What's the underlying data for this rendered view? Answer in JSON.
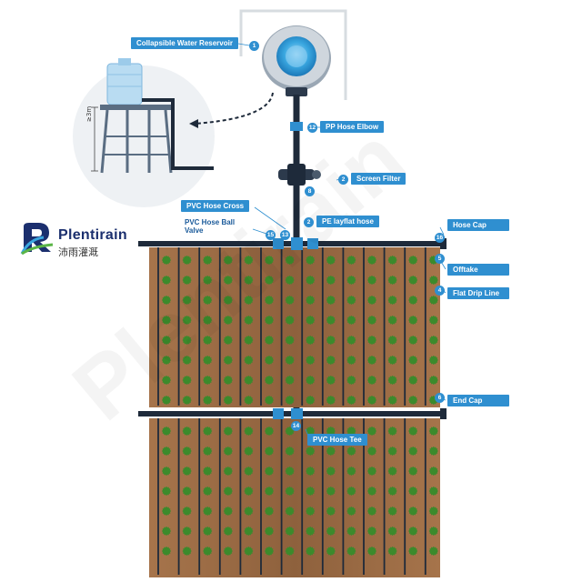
{
  "brand": {
    "name": "Plentirain",
    "name_cn": "沛雨灌溉",
    "colors": {
      "primary": "#1b2f6e",
      "accent": "#2f8fd0"
    }
  },
  "height_label": "≥3m",
  "components": [
    {
      "number": "1",
      "label": "Collapsible Water Reservoir"
    },
    {
      "number": "12",
      "label": "PP Hose Elbow"
    },
    {
      "number": "8",
      "label": ""
    },
    {
      "number": "2",
      "label": "Screen Filter"
    },
    {
      "number": "2",
      "label": "PE layflat hose"
    },
    {
      "number": "13",
      "label": "PVC Hose Cross"
    },
    {
      "number": "15",
      "label": "PVC Hose Ball Valve"
    },
    {
      "number": "16",
      "label": "Hose Cap"
    },
    {
      "number": "5",
      "label": "Offtake"
    },
    {
      "number": "4",
      "label": "Flat Drip Line"
    },
    {
      "number": "6",
      "label": "End Cap"
    },
    {
      "number": "14",
      "label": "PVC Hose Tee"
    }
  ],
  "watermark": "Plentirain",
  "colors": {
    "pipe": "#1e2a3a",
    "soil": "#9a6a43",
    "plant": "#3c8a2c",
    "reservoir_water": "#3aa7e0"
  }
}
